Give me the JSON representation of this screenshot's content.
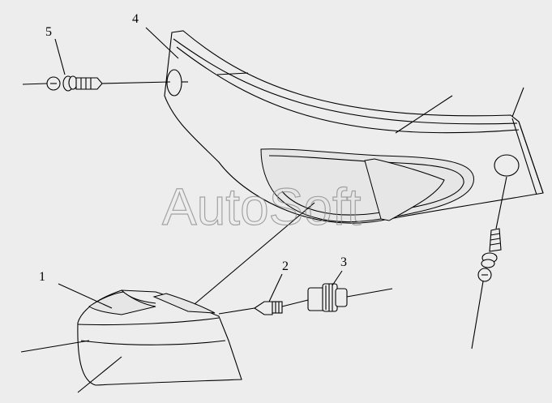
{
  "watermark": "AutoSoft",
  "callouts": [
    {
      "id": "callout-1",
      "label": "1"
    },
    {
      "id": "callout-2",
      "label": "2"
    },
    {
      "id": "callout-3",
      "label": "3"
    },
    {
      "id": "callout-4",
      "label": "4"
    },
    {
      "id": "callout-5",
      "label": "5"
    }
  ]
}
